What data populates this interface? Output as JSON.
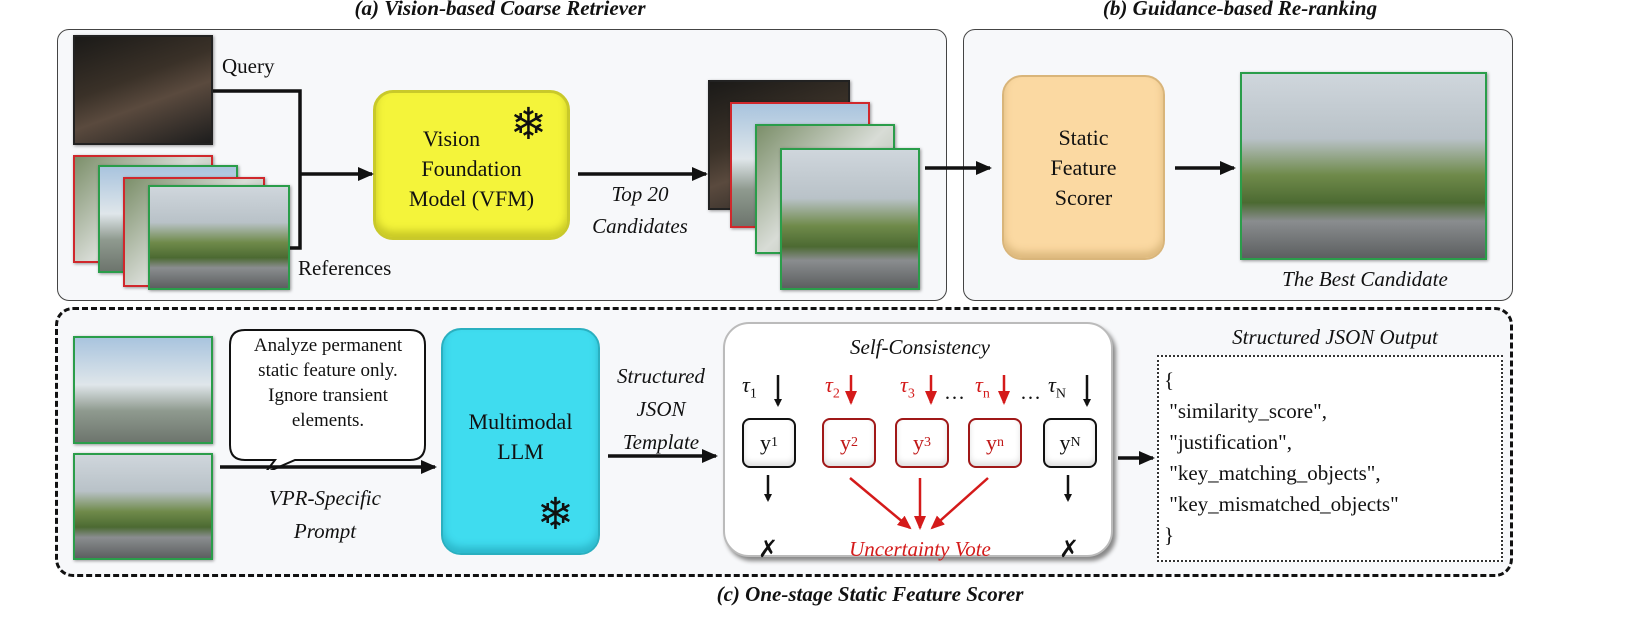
{
  "panel_a": {
    "title": "(a) Vision-based Coarse Retriever",
    "query_label": "Query",
    "references_label": "References",
    "vfm_lines": [
      "Vision",
      "Foundation",
      "Model (VFM)"
    ],
    "top_candidates_lines": [
      "Top 20",
      "Candidates"
    ]
  },
  "panel_b": {
    "title": "(b) Guidance-based Re-ranking",
    "scorer_lines": [
      "Static",
      "Feature",
      "Scorer"
    ],
    "best_label": "The Best Candidate"
  },
  "panel_c": {
    "title": "(c) One-stage Static Feature Scorer",
    "bubble_lines": [
      "Analyze permanent",
      "static feature only.",
      "Ignore transient",
      "elements."
    ],
    "prompt_lines": [
      "VPR-Specific",
      "Prompt"
    ],
    "llm_lines": [
      "Multimodal",
      "LLM"
    ],
    "template_lines": [
      "Structured",
      "JSON",
      "Template"
    ],
    "self_consistency": {
      "title": "Self-Consistency",
      "taus": [
        {
          "sym": "τ",
          "sub": "1"
        },
        {
          "sym": "τ",
          "sub": "2"
        },
        {
          "sym": "τ",
          "sub": "3"
        },
        {
          "sym": "τ",
          "sub": "n"
        },
        {
          "sym": "τ",
          "sub": "N"
        }
      ],
      "outputs": [
        {
          "sym": "y",
          "sub": "1"
        },
        {
          "sym": "y",
          "sub": "2"
        },
        {
          "sym": "y",
          "sub": "3"
        },
        {
          "sym": "y",
          "sub": "n"
        },
        {
          "sym": "y",
          "sub": "N"
        }
      ],
      "ellipsis": "…",
      "reject_mark": "✗",
      "vote_label": "Uncertainty Vote"
    },
    "output_title": "Structured JSON Output",
    "json_lines": [
      "{",
      " \"similarity_score\",",
      " \"justification\",",
      " \"key_matching_objects\",",
      " \"key_mismatched_objects\"",
      "}"
    ]
  },
  "colors": {
    "vfm": "#f4f43a",
    "scorer": "#fbd9a2",
    "llm": "#3fdcef",
    "selected": "#d41a1a",
    "match_border": "#2a9d4a",
    "mismatch_border": "#d0282c"
  },
  "icons": {
    "frozen": "snowflake-icon"
  }
}
